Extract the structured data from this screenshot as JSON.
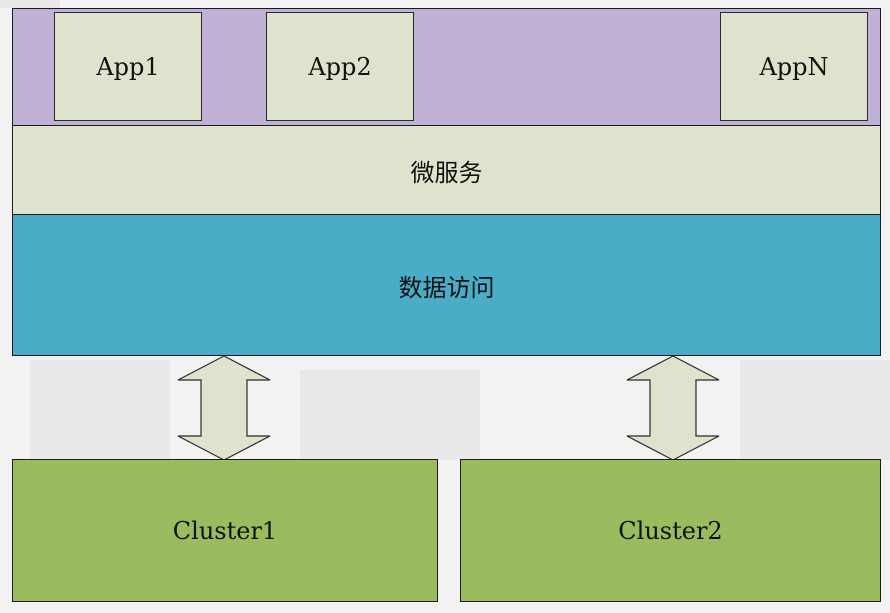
{
  "diagram": {
    "apps": [
      {
        "label": "App1"
      },
      {
        "label": "App2"
      },
      {
        "label": "AppN"
      }
    ],
    "microservice_layer": {
      "label": "微服务"
    },
    "data_access_layer": {
      "label": "数据访问"
    },
    "clusters": [
      {
        "label": "Cluster1"
      },
      {
        "label": "Cluster2"
      }
    ]
  },
  "colors": {
    "app_layer": "#c0b0d5",
    "app_box": "#dde3cc",
    "microservice_layer": "#dde3cc",
    "data_access_layer": "#4aacc6",
    "cluster": "#9bbb5f",
    "arrow_fill": "#dde3cc",
    "border": "#1c1c1c"
  }
}
